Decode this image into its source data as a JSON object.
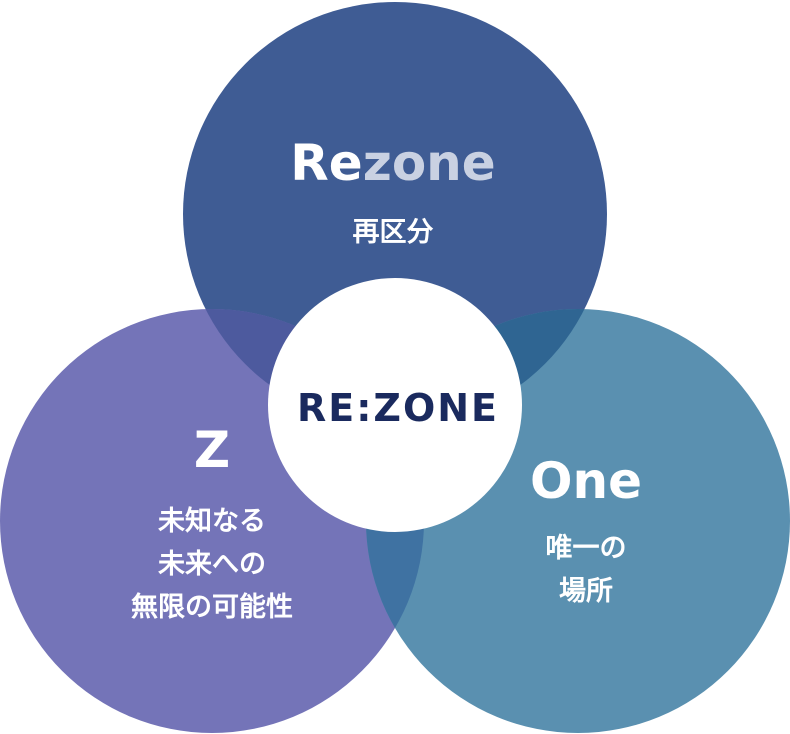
{
  "center_logo": "RE:ZONE",
  "circles": {
    "rezone": {
      "title_lead": "Re",
      "title_rest": "zone",
      "subtitle": "再区分",
      "color": "#3f5c94"
    },
    "z": {
      "title": "Z",
      "lines": [
        "未知なる",
        "未来への",
        "無限の可能性"
      ],
      "color": "#7474b8"
    },
    "one": {
      "title": "One",
      "lines": [
        "唯一の",
        "場所"
      ],
      "color": "#5a90b0"
    }
  },
  "overlap_colors": {
    "rezone_z": "#4d5a9e",
    "rezone_one": "#2f6592",
    "z_one": "#3f72a2"
  },
  "center_color": "#ffffff",
  "logo_color": "#1a2a5e"
}
